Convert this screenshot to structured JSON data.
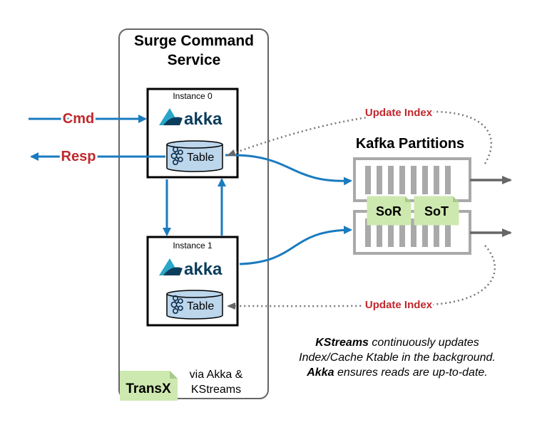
{
  "service": {
    "title_line1": "Surge Command",
    "title_line2": "Service"
  },
  "instances": [
    {
      "label": "Instance 0",
      "logo_text": "akka",
      "table_label": "Table"
    },
    {
      "label": "Instance 1",
      "logo_text": "akka",
      "table_label": "Table"
    }
  ],
  "io": {
    "cmd_label": "Cmd",
    "resp_label": "Resp"
  },
  "kafka": {
    "title": "Kafka Partitions",
    "tag_left": "SoR",
    "tag_right": "SoT"
  },
  "update_index": {
    "top_label": "Update Index",
    "bottom_label": "Update Index"
  },
  "transx": {
    "tag": "TransX",
    "note_line1": "via Akka &",
    "note_line2": "KStreams"
  },
  "description": {
    "line1_bold": "KStreams",
    "line1_rest": " continuously updates",
    "line2": "Index/Cache Ktable in the background.",
    "line3_bold": "Akka",
    "line3_rest": " ensures reads are up-to-date."
  },
  "colors": {
    "arrow_blue": "#1a7bbf",
    "label_red": "#c0282d",
    "tag_green": "#cde9b0",
    "table_fill": "#bcd6ec",
    "akka_logo": "#2aa6c8",
    "akka_text": "#0b3d5c",
    "partition_gray": "#a9a9a9",
    "dotted_gray": "#777777"
  }
}
